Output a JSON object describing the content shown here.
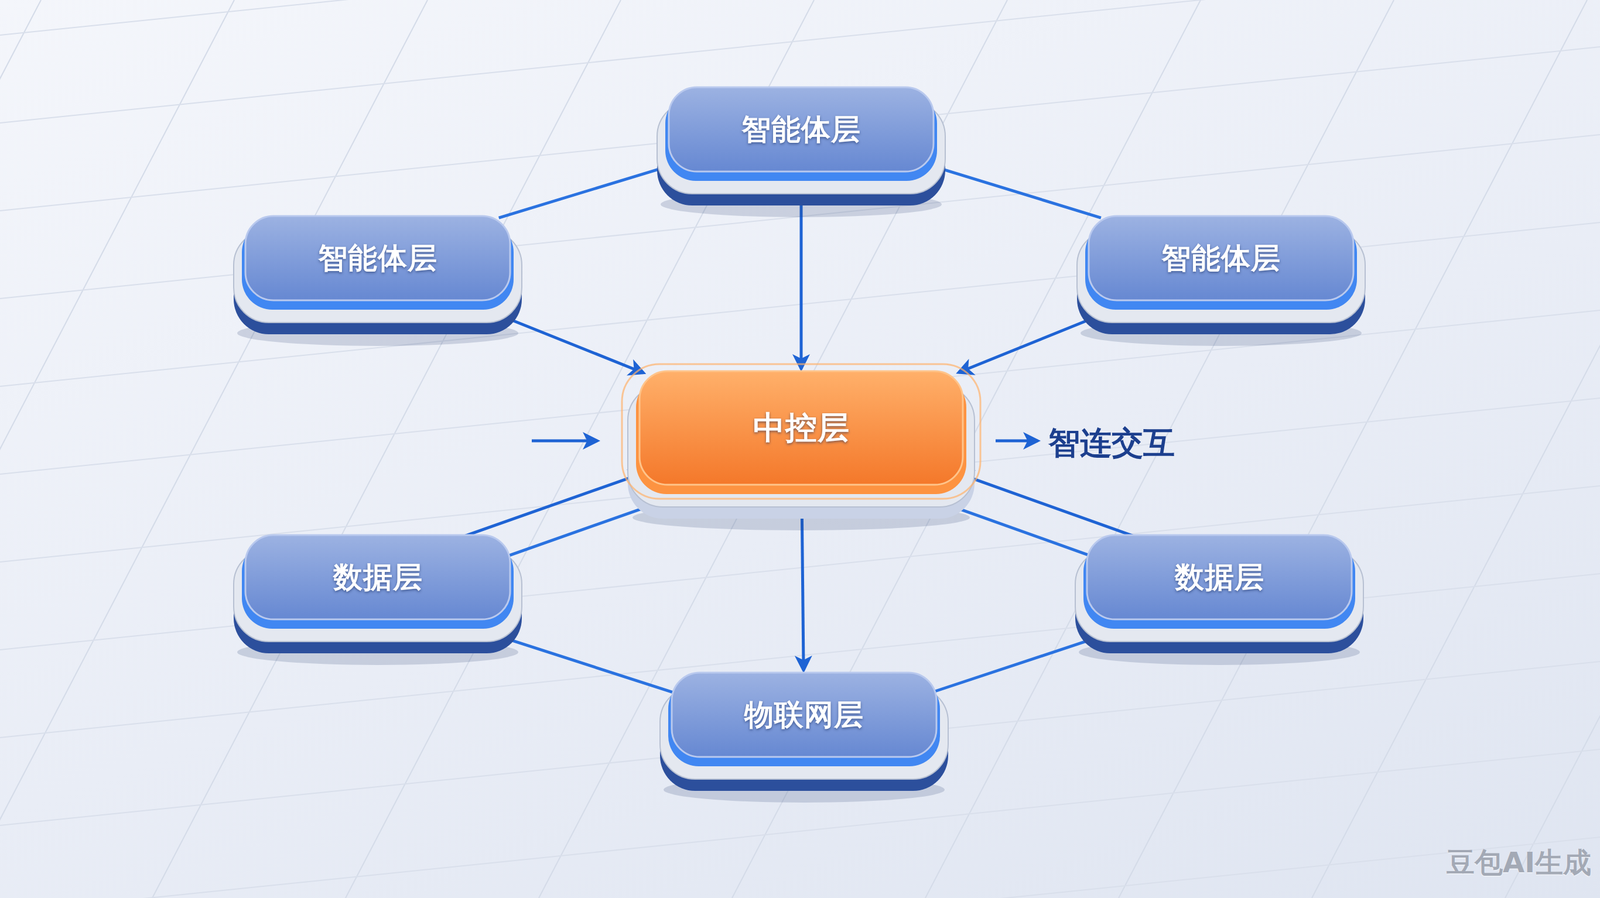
{
  "diagram": {
    "nodes": [
      {
        "text": [
          "智能体层"
        ]
      },
      {
        "text": [
          "智能体层"
        ]
      },
      {
        "text": [
          "智能体层"
        ]
      },
      {
        "text": [
          "中控层"
        ]
      },
      {
        "text": [
          "数据层"
        ]
      },
      {
        "text": [
          "数据层"
        ]
      },
      {
        "text": [
          "物联网层"
        ]
      }
    ],
    "edges": [
      {
        "from": 0,
        "to": 3,
        "arrow": "both"
      },
      {
        "from": 1,
        "to": 3,
        "arrow": "to"
      },
      {
        "from": 2,
        "to": 3,
        "arrow": "to"
      },
      {
        "from": 0,
        "to": 1,
        "arrow": "none"
      },
      {
        "from": 0,
        "to": 2,
        "arrow": "none"
      },
      {
        "from": 4,
        "to": 3,
        "arrow": "to"
      },
      {
        "from": 5,
        "to": 3,
        "arrow": "to"
      },
      {
        "from": 3,
        "to": 4,
        "arrow": "none"
      },
      {
        "from": 3,
        "to": 5,
        "arrow": "none"
      },
      {
        "from": 3,
        "to": 6,
        "arrow": "both"
      },
      {
        "from": 4,
        "to": 6,
        "arrow": "none"
      },
      {
        "from": 5,
        "to": 6,
        "arrow": "none"
      }
    ],
    "labels": [
      "智连交互",
      "豆包AI生成"
    ]
  }
}
